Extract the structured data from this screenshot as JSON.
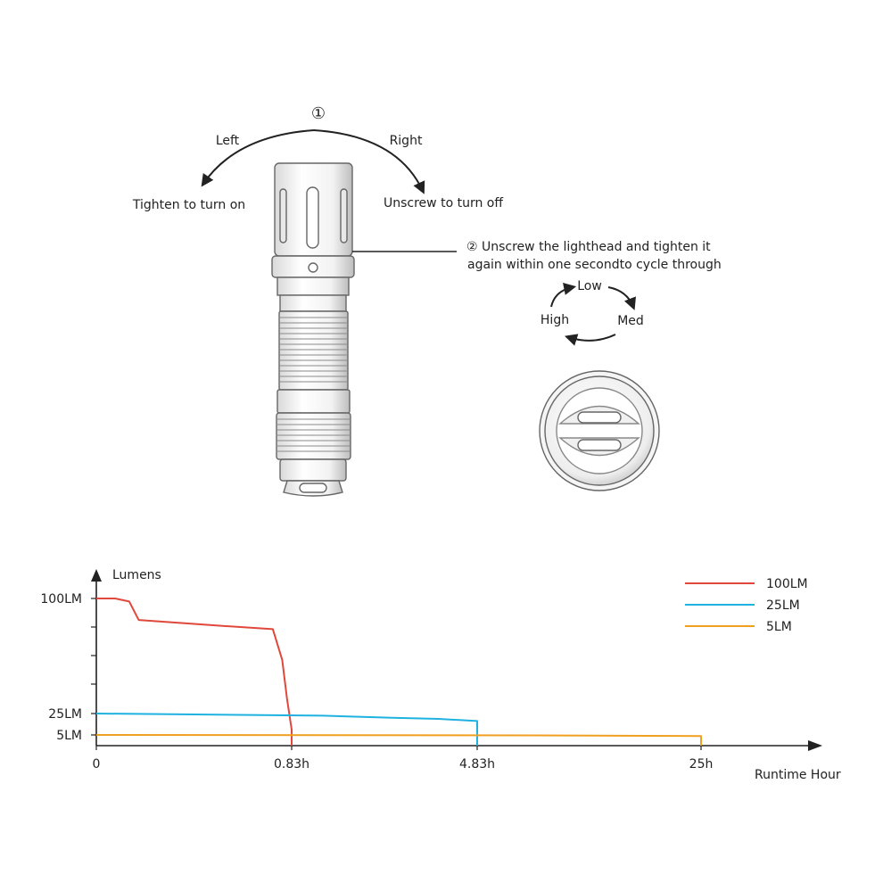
{
  "instructions": {
    "step1_marker": "①",
    "left_label": "Left",
    "right_label": "Right",
    "left_action": "Tighten to turn on",
    "right_action": "Unscrew to turn off",
    "step2_line1": "② Unscrew the lighthead and tighten it",
    "step2_line2": "again within one secondto cycle through"
  },
  "mode_cycle": {
    "low": "Low",
    "med": "Med",
    "high": "High"
  },
  "icons": {
    "flashlight": "flashlight-icon",
    "tailcap": "tailcap-end-view-icon"
  },
  "chart_data": {
    "type": "line",
    "title": "",
    "ylabel": "Lumens",
    "xlabel": "Runtime Hour",
    "x_ticks": [
      {
        "label": "0",
        "value": 0
      },
      {
        "label": "0.83h",
        "value": 0.83
      },
      {
        "label": "4.83h",
        "value": 4.83
      },
      {
        "label": "25h",
        "value": 25
      }
    ],
    "y_ticks": [
      {
        "label": "100LM",
        "value": 100
      },
      {
        "label": "25LM",
        "value": 25
      },
      {
        "label": "5LM",
        "value": 5
      }
    ],
    "legend_position": "top-right",
    "series": [
      {
        "name": "100LM",
        "color": "#e0483c",
        "points": [
          [
            0,
            100
          ],
          [
            0.08,
            100
          ],
          [
            0.14,
            98
          ],
          [
            0.18,
            86
          ],
          [
            0.55,
            82
          ],
          [
            0.75,
            80
          ],
          [
            0.79,
            60
          ],
          [
            0.81,
            35
          ],
          [
            0.83,
            10
          ],
          [
            0.83,
            0
          ]
        ]
      },
      {
        "name": "25LM",
        "color": "#1fb2e0",
        "points": [
          [
            0,
            25
          ],
          [
            1.5,
            23
          ],
          [
            3,
            21
          ],
          [
            4.0,
            20
          ],
          [
            4.83,
            18
          ],
          [
            4.83,
            0
          ]
        ]
      },
      {
        "name": "5LM",
        "color": "#f0a020",
        "points": [
          [
            0,
            5
          ],
          [
            10,
            4.8
          ],
          [
            20,
            4.6
          ],
          [
            25,
            4.5
          ],
          [
            25,
            0
          ]
        ]
      }
    ]
  }
}
